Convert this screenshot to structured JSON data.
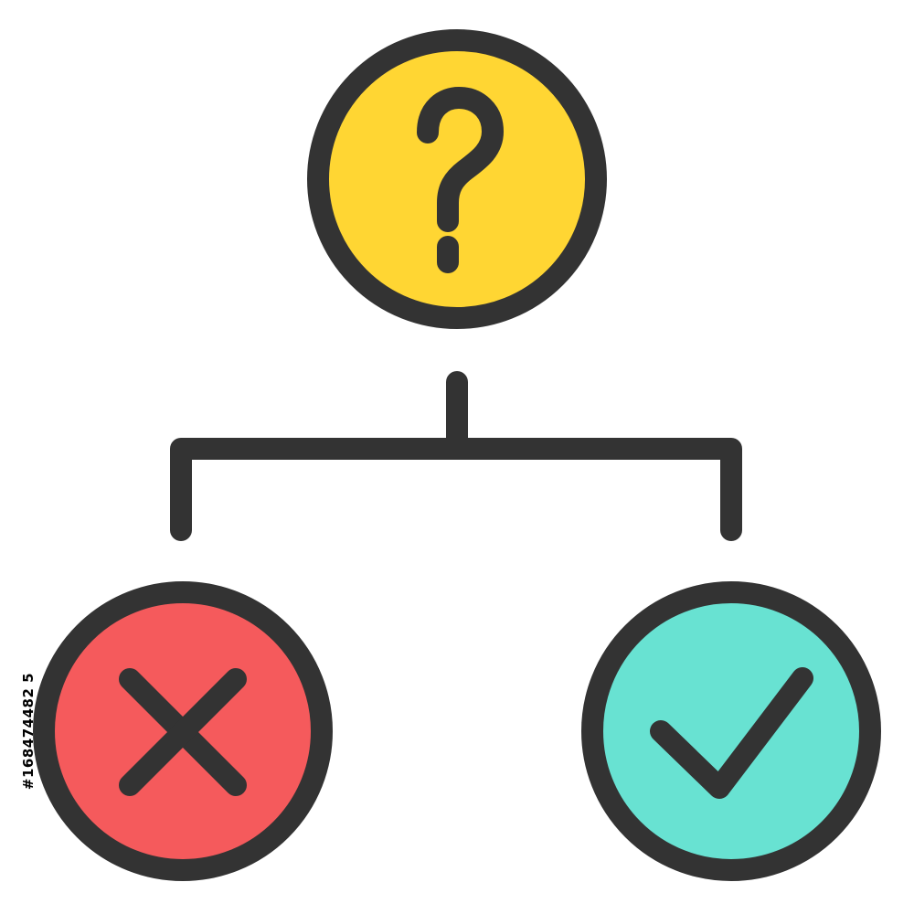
{
  "diagram": {
    "nodes": [
      {
        "id": "question",
        "icon": "question-mark-icon",
        "fill": "#FFD633"
      },
      {
        "id": "no",
        "icon": "close-icon",
        "fill": "#F55A5C"
      },
      {
        "id": "yes",
        "icon": "checkmark-icon",
        "fill": "#68E2D2"
      }
    ],
    "edges": [
      {
        "from": "question",
        "to": "no"
      },
      {
        "from": "question",
        "to": "yes"
      }
    ],
    "colors": {
      "stroke": "#333333",
      "background": "#FFFFFF"
    }
  },
  "watermark": {
    "stock_id": "#168474482 5"
  }
}
